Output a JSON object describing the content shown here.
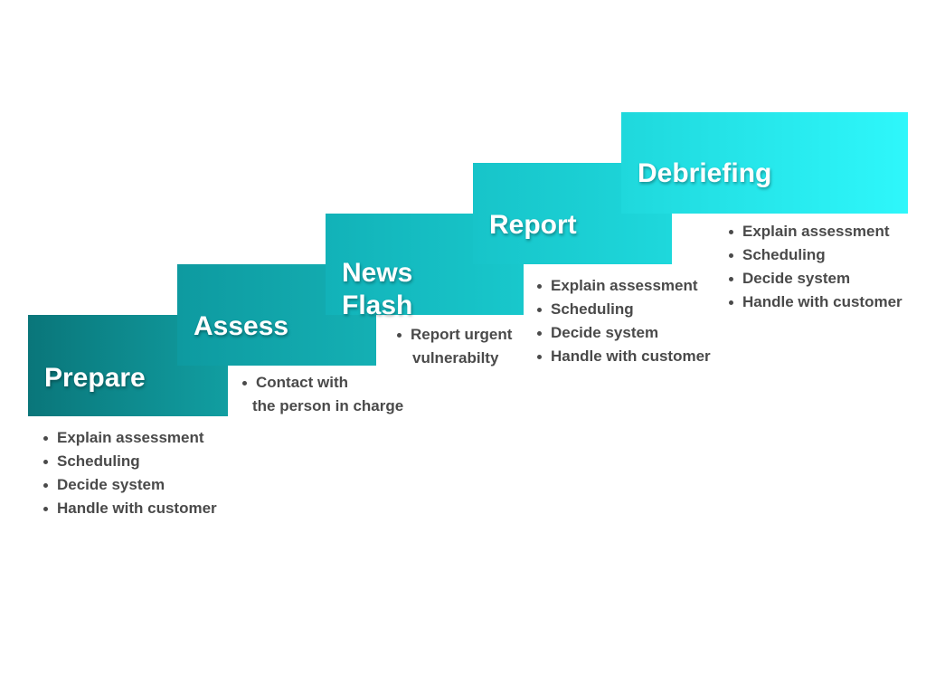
{
  "steps": [
    {
      "id": "prepare",
      "title": "Prepare",
      "color_from": "#0a767a",
      "color_to": "#119ea1",
      "fold_color": "#0d6b6e",
      "bullets": [
        "Explain assessment",
        "Scheduling",
        "Decide system",
        "Handle with customer"
      ]
    },
    {
      "id": "assess",
      "title": "Assess",
      "color_from": "#0e9aa0",
      "color_to": "#14b0b4",
      "fold_color": "#0a6d70",
      "bullets": [
        "Contact with",
        "the person in charge"
      ]
    },
    {
      "id": "news-flash",
      "title": "News\nFlash",
      "color_from": "#12b2b8",
      "color_to": "#18c8cc",
      "fold_color": "#10a3a7",
      "bullets": [
        "Report urgent",
        "vulnerabilty"
      ]
    },
    {
      "id": "report",
      "title": "Report",
      "color_from": "#17c4c9",
      "color_to": "#1ed8dc",
      "fold_color": "#22aee0",
      "bullets": [
        "Explain assessment",
        "Scheduling",
        "Decide system",
        "Handle with customer"
      ]
    },
    {
      "id": "debriefing",
      "title": "Debriefing",
      "color_from": "#1fd8dc",
      "color_to": "#2ef7fb",
      "fold_color": "#1bc5c9",
      "bullets": [
        "Explain assessment",
        "Scheduling",
        "Decide system",
        "Handle with customer"
      ]
    }
  ]
}
